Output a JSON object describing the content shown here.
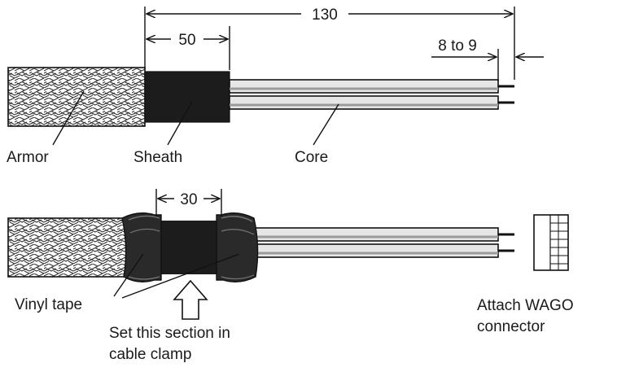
{
  "dimensions": {
    "total": "130",
    "sheath": "50",
    "stripped_core": "8 to 9",
    "tape_gap": "30"
  },
  "labels": {
    "armor": "Armor",
    "sheath": "Sheath",
    "core": "Core",
    "vinyl_tape": "Vinyl tape",
    "clamp_line1": "Set this section in",
    "clamp_line2": "cable clamp",
    "wago_line1": "Attach WAGO",
    "wago_line2": "connector"
  }
}
